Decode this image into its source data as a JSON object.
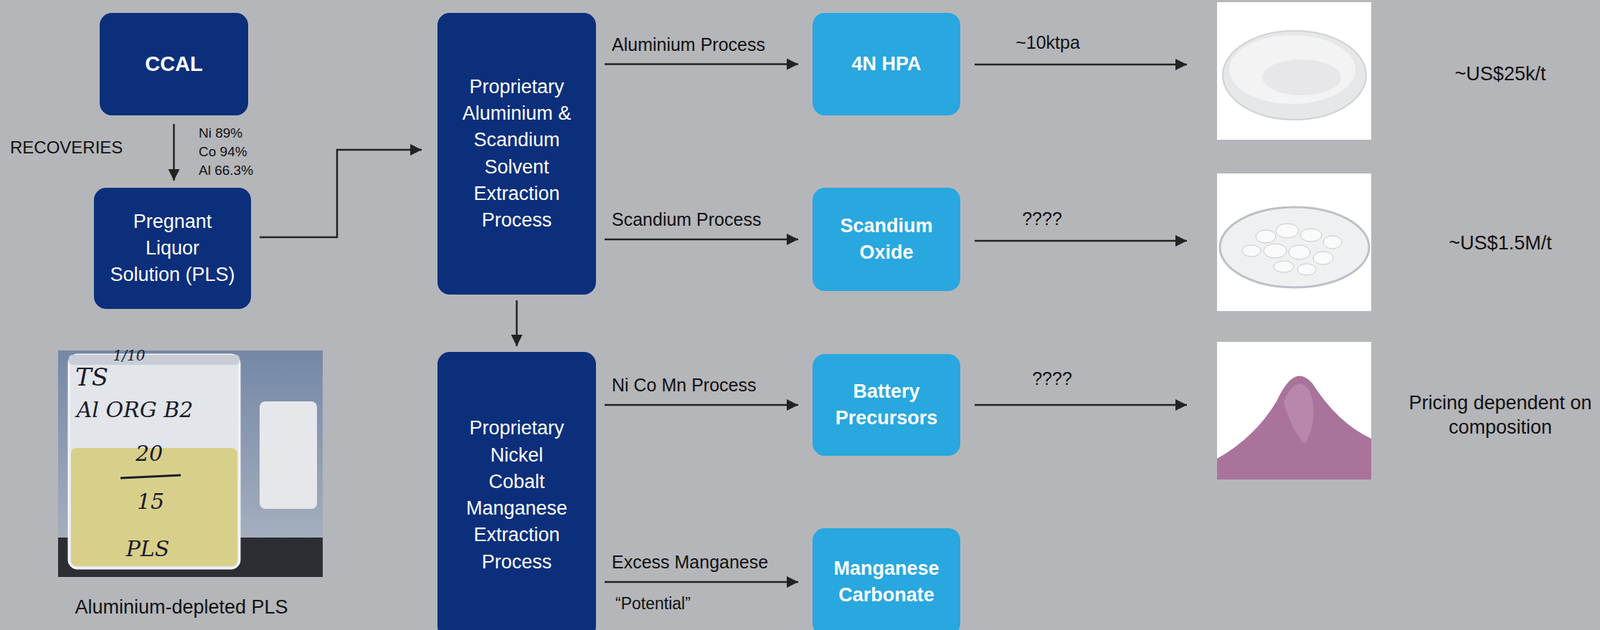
{
  "diagram": {
    "nodes": [
      {
        "text": [
          "CCAL"
        ]
      },
      {
        "text": [
          "Pregnant Liquor Solution (PLS)"
        ]
      },
      {
        "text": [
          "Proprietary Aluminium & Scandium Solvent Extraction Process"
        ]
      },
      {
        "text": [
          "Proprietary Nickel Cobalt Manganese Extraction Process"
        ]
      },
      {
        "text": [
          "4N HPA"
        ]
      },
      {
        "text": [
          "Scandium Oxide"
        ]
      },
      {
        "text": [
          "Battery Precursors"
        ]
      },
      {
        "text": [
          "Manganese Carbonate"
        ]
      }
    ],
    "edges": [
      {
        "from": 0,
        "to": 1,
        "arrow": "to"
      },
      {
        "from": 1,
        "to": 2,
        "arrow": "to"
      },
      {
        "from": 2,
        "to": 3,
        "arrow": "to"
      },
      {
        "from": 2,
        "to": 4,
        "label": "Aluminium Process",
        "arrow": "to"
      },
      {
        "from": 2,
        "to": 5,
        "label": "Scandium Process",
        "arrow": "to"
      },
      {
        "from": 3,
        "to": 6,
        "label": "Ni Co Mn Process",
        "arrow": "to"
      },
      {
        "from": 3,
        "to": 7,
        "label": "Excess Manganese",
        "arrow": "to"
      }
    ],
    "labels": [
      "RECOVERIES",
      "Ni 89%",
      "Co 94%",
      "Al 66.3%",
      "~10ktpa",
      "~US$25k/t",
      "????",
      "~US$1.5M/t",
      "????",
      "Pricing dependent on composition",
      "“Potential”",
      "TS",
      "1/10",
      "Al ORG B2",
      "20",
      "15",
      "PLS",
      "Aluminium-depleted PLS"
    ]
  }
}
